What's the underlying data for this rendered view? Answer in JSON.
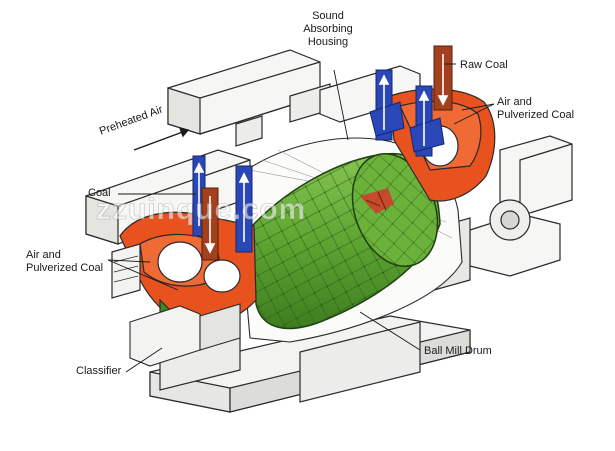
{
  "labels": {
    "sound_housing": "Sound\nAbsorbing\nHousing",
    "raw_coal": "Raw Coal",
    "air_pulverized_right": "Air and\nPulverized Coal",
    "preheated_air": "Preheated Air",
    "coal": "Coal",
    "air_pulverized_left": "Air and\nPulverized Coal",
    "classifier": "Classifier",
    "ball_mill_drum": "Ball Mill Drum"
  },
  "watermark": "zzuinque.com",
  "colors": {
    "drum_green": "#4f9a2a",
    "drum_green_light": "#7cc04a",
    "housing_orange": "#e8521e",
    "raw_coal_brown": "#a3401d",
    "air_blue": "#2a47b8",
    "line_ink": "#2a2a2a",
    "housing_fill": "#f4f4f2"
  },
  "icons": {
    "up_arrow": "up-arrow-icon",
    "down_arrow": "down-arrow-icon"
  }
}
